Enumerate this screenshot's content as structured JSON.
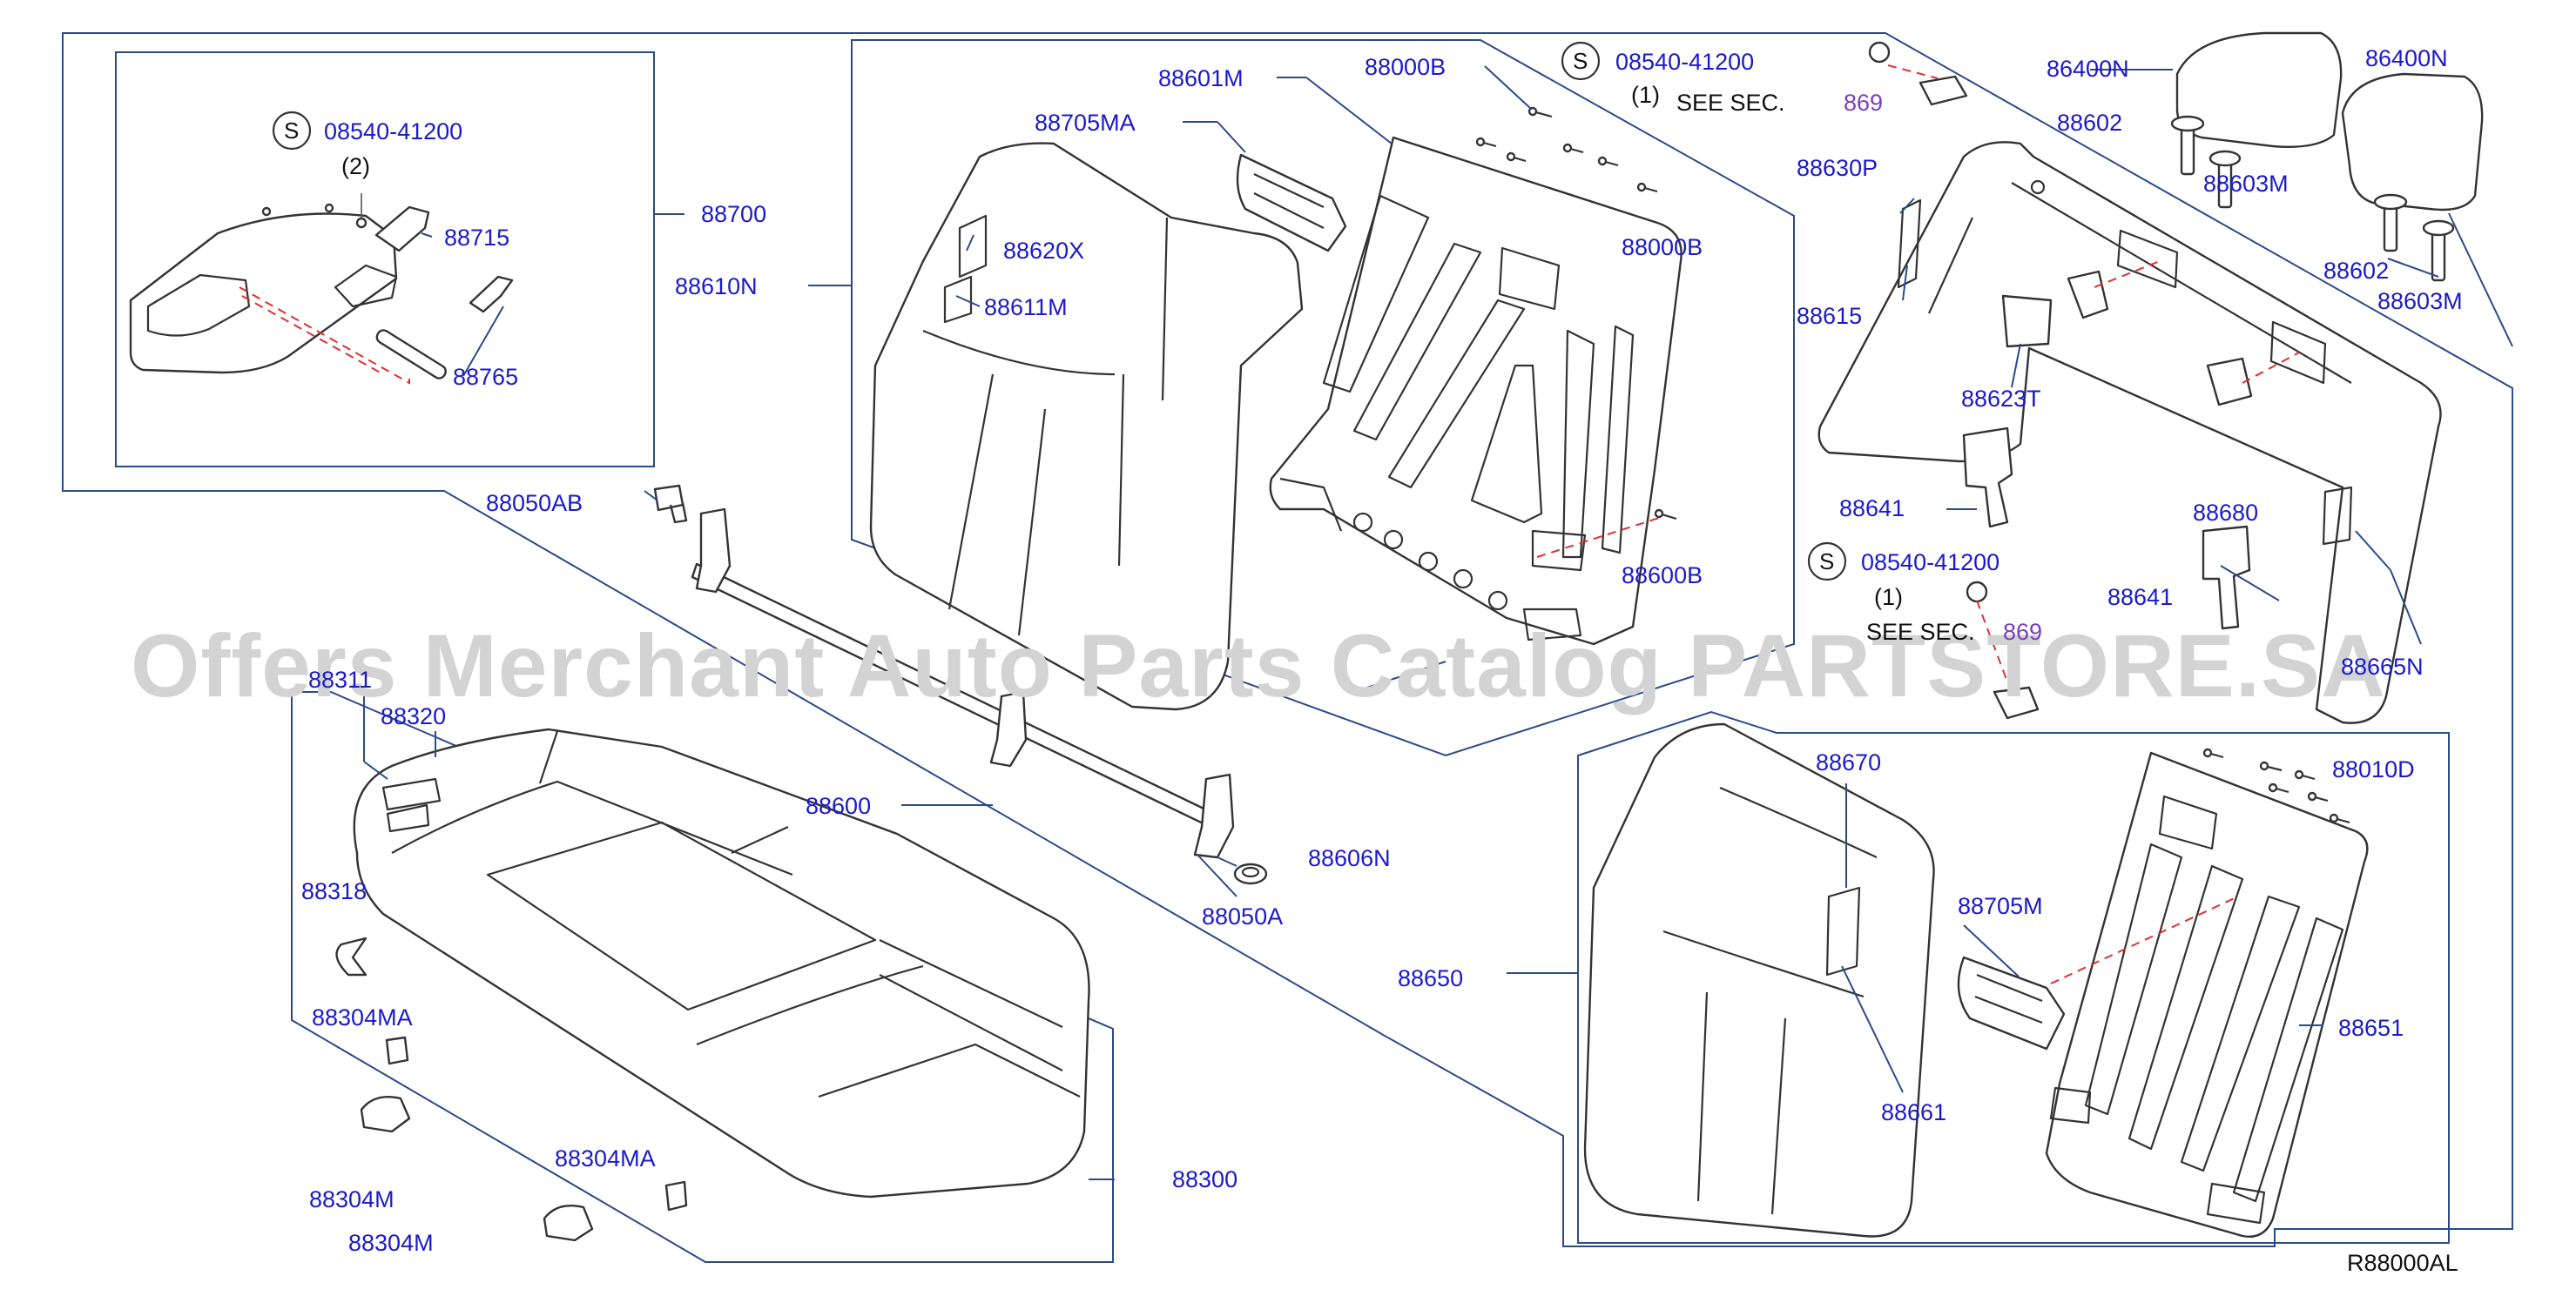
{
  "diagram": {
    "code": "R88000AL",
    "watermark": "Offers Merchant Auto Parts Catalog PARTSTORE.SA",
    "symbol_letter": "S",
    "see_sec_text": "SEE SEC.",
    "see_sec_number": "869",
    "labels": {
      "armrest_screw": "08540-41200",
      "armrest_qty": "(2)",
      "armrest_assy": "88700",
      "armrest_bracket": "88715",
      "armrest_pin": "88765",
      "back_main_trim": "88610N",
      "back_main_frame": "88601M",
      "back_main_screw_top": "88000B",
      "back_main_hinge": "88705MA",
      "back_main_screw_mid": "88000B",
      "back_main_patch_a": "88620X",
      "back_main_patch_b": "88611M",
      "back_main_screw_low": "88600B",
      "headrest_screw_top": "08540-41200",
      "headrest_qty_top": "(1)",
      "headrest_a": "86400N",
      "headrest_b": "86400N",
      "headrest_guide_a": "88602",
      "headrest_guide_a2": "88603M",
      "headrest_guide_b": "88602",
      "headrest_guide_b2": "88603M",
      "side_pad": "88630P",
      "side_patch": "88615",
      "latch_cover": "88623T",
      "latch_left": "88641",
      "right_screw": "08540-41200",
      "right_qty": "(1)",
      "right_patch": "88680",
      "latch_right": "88641",
      "right_pad_partial": "88665N",
      "bolt": "88050AB",
      "bar": "88600",
      "bar_bushing": "88606N",
      "bar_nut": "88050A",
      "cushion_patch": "88311",
      "cushion_label": "88320",
      "cushion_hook": "88318",
      "cushion_clip_a": "88304MA",
      "cushion_clip_b": "88304M",
      "cushion_clip_c": "88304MA",
      "cushion_clip_d": "88304M",
      "cushion": "88300",
      "small_back_cover": "88670",
      "small_back_assy": "88650",
      "small_back_patch": "88661",
      "small_back_hinge": "88705M",
      "small_back_screw": "88010D",
      "small_back_frame": "88651"
    }
  }
}
